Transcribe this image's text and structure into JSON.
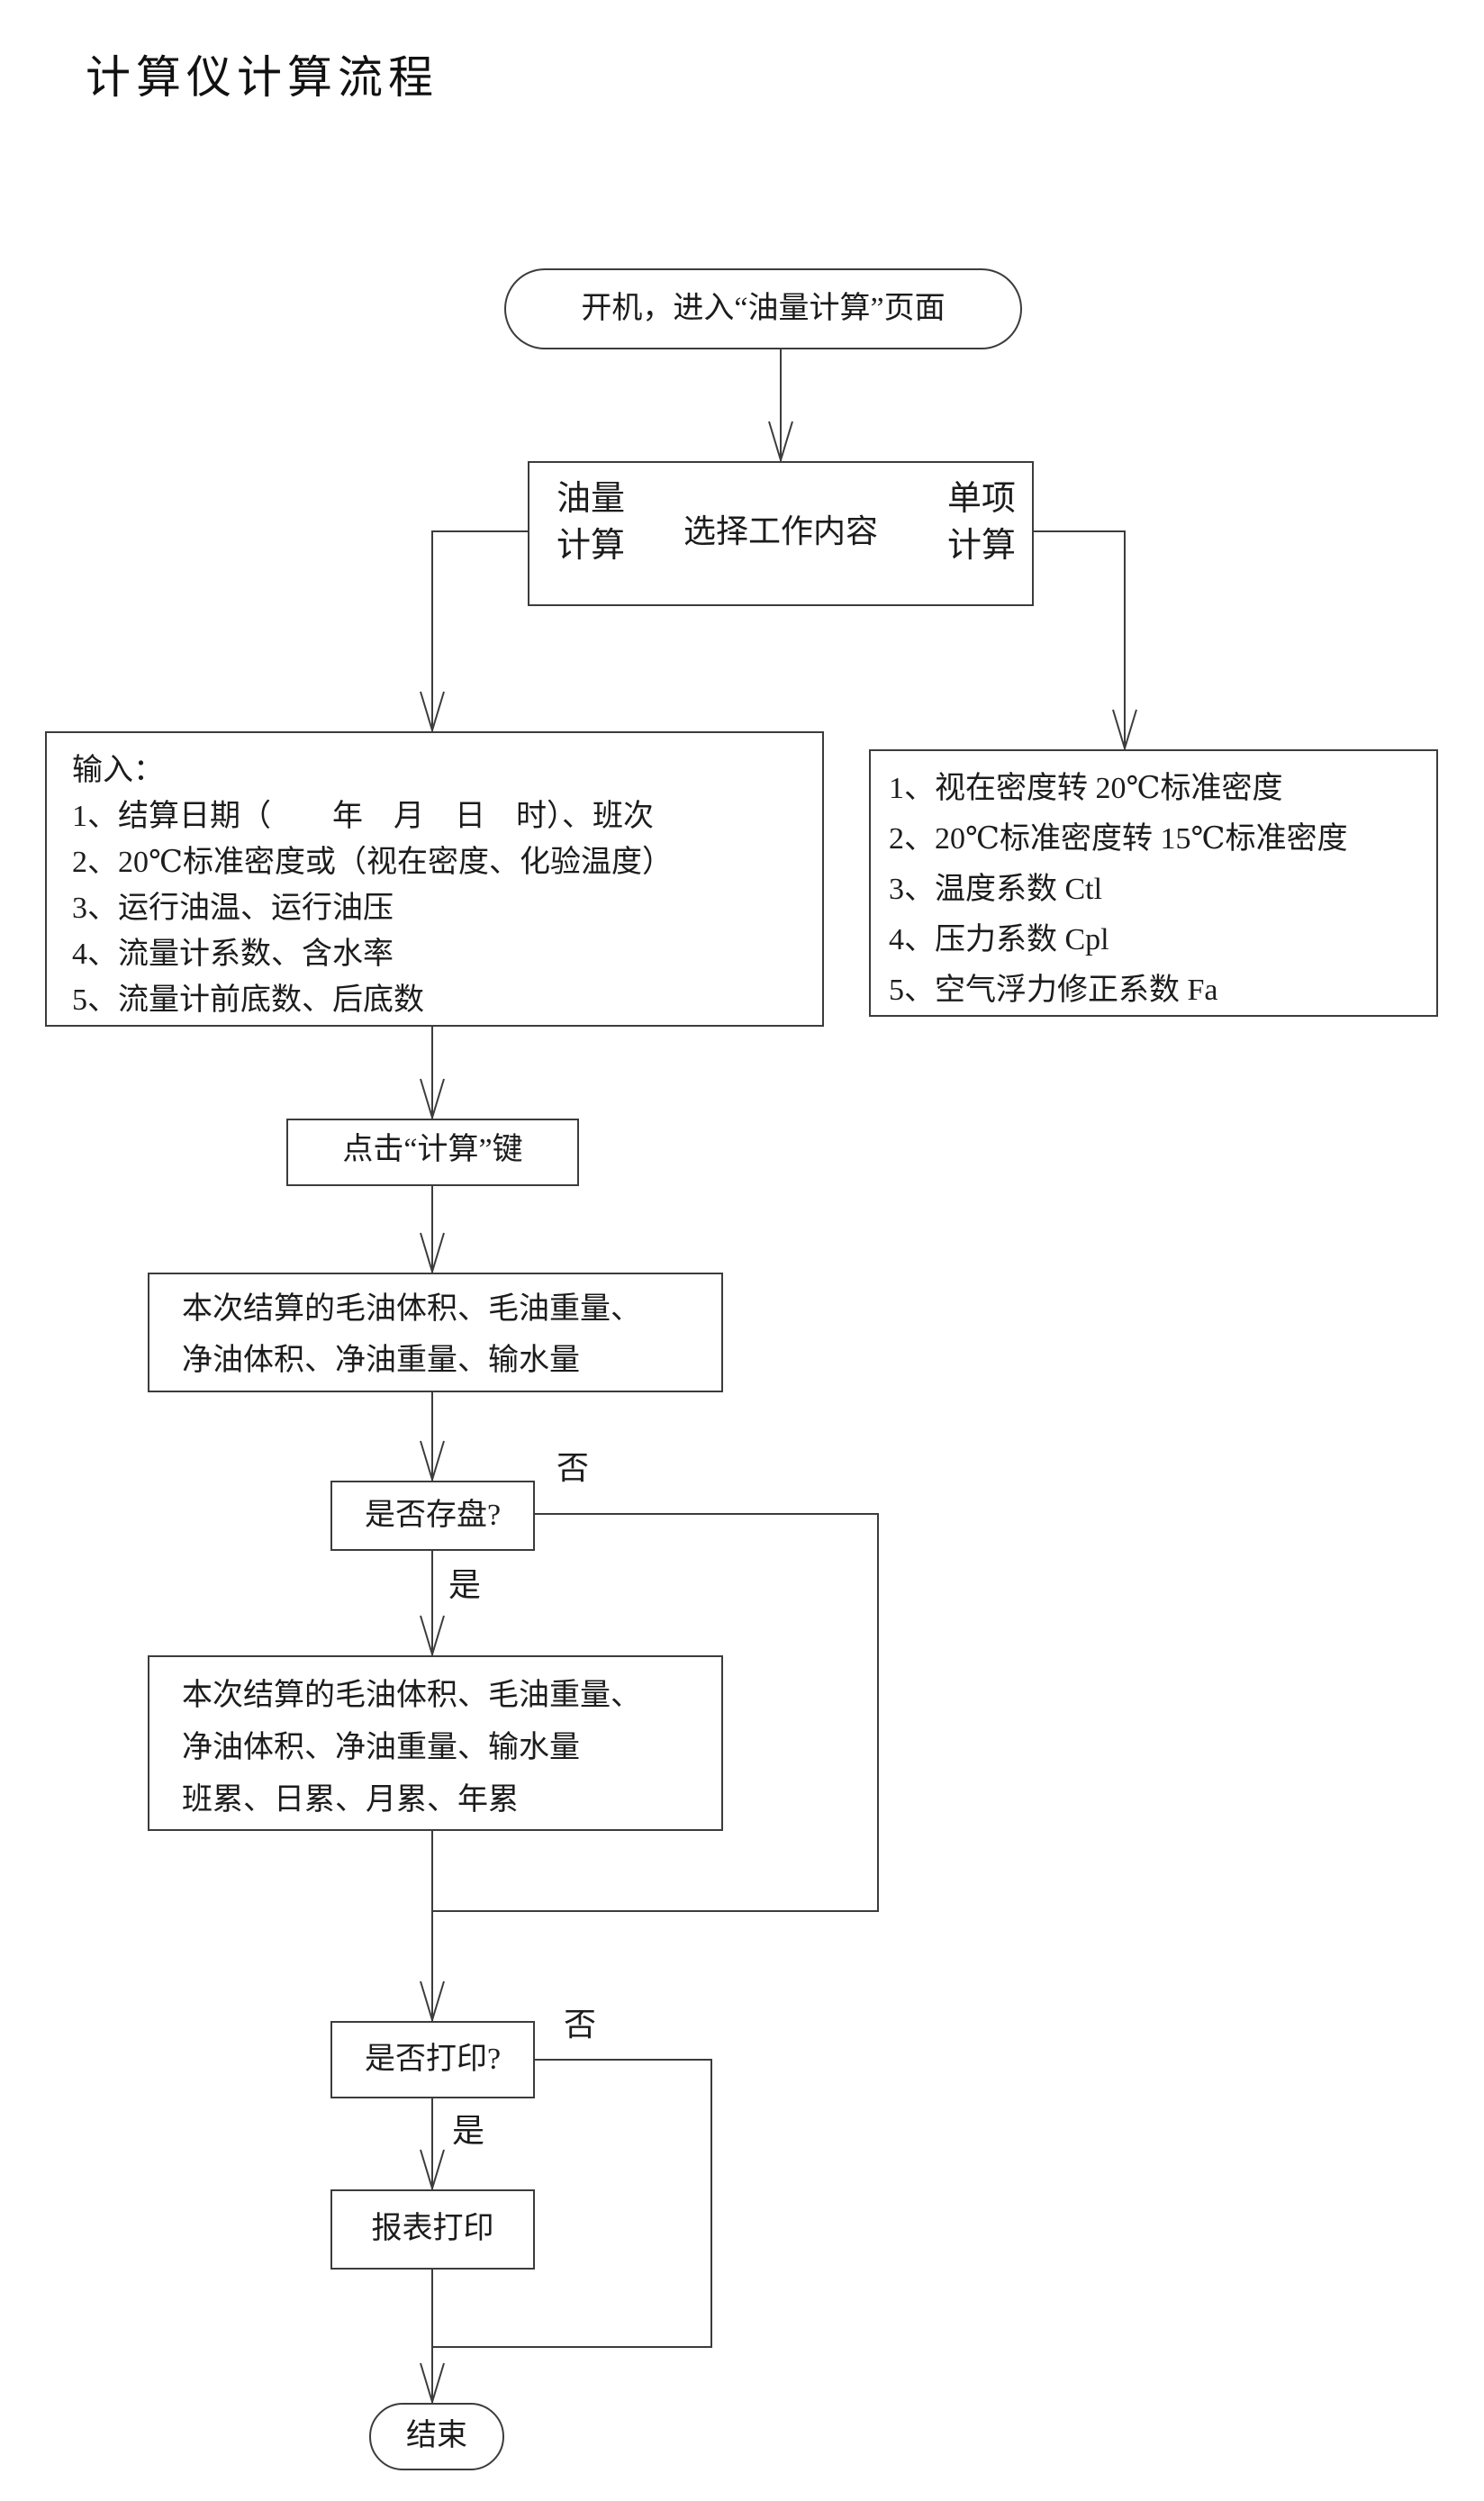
{
  "title": "计算仪计算流程",
  "colors": {
    "line": "#3c3c3c",
    "text": "#1c1c1c",
    "background": "#ffffff"
  },
  "nodes": {
    "start": {
      "label": "开机，进入“油量计算”页面"
    },
    "select": {
      "left_line1": "油量",
      "left_line2": "计算",
      "center": "选择工作内容",
      "right_line1": "单项",
      "right_line2": "计算"
    },
    "input": {
      "lines": [
        "输入：",
        "1、结算日期（　　年　月　日　时）、班次",
        "2、20℃标准密度或（视在密度、化验温度）",
        "3、运行油温、运行油压",
        "4、流量计系数、含水率",
        "5、流量计前底数、后底数"
      ]
    },
    "single": {
      "lines": [
        "1、视在密度转 20℃标准密度",
        "2、20℃标准密度转 15℃标准密度",
        "3、温度系数 Ctl",
        "4、压力系数 Cpl",
        "5、空气浮力修正系数 Fa"
      ]
    },
    "click": {
      "label": "点击“计算”键"
    },
    "result1": {
      "lines": [
        "本次结算的毛油体积、毛油重量、",
        "净油体积、净油重量、输水量"
      ]
    },
    "save_decision": {
      "label": "是否存盘?",
      "yes": "是",
      "no": "否"
    },
    "result2": {
      "lines": [
        "本次结算的毛油体积、毛油重量、",
        "净油体积、净油重量、输水量",
        "班累、日累、月累、年累"
      ]
    },
    "print_decision": {
      "label": "是否打印?",
      "yes": "是",
      "no": "否"
    },
    "report": {
      "label": "报表打印"
    },
    "end": {
      "label": "结束"
    }
  }
}
